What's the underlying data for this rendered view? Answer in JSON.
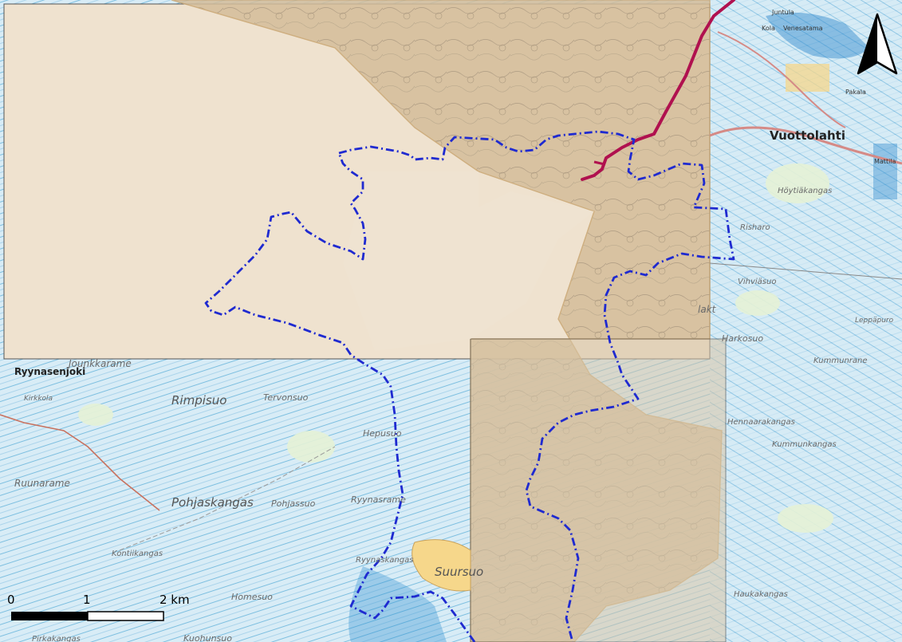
{
  "colors": {
    "water": "#d8ecf6",
    "ditch": "#6fb7dc",
    "old_map": "#d9c3a4",
    "old_map_light": "#efe2cf",
    "boundary": "#1f2ad0",
    "road": "#b0114f",
    "road_main": "#d58a86",
    "lake": "#f6d78b",
    "field": "#e9e0b4"
  },
  "places": {
    "vuottolahti": "Vuottolahti",
    "ryynasenjoki": "Ryynasenjoki",
    "jounkkarame": "Jounkkarame",
    "rimpisuo": "Rimpisuo",
    "tervonsuo": "Tervonsuo",
    "hepusuo": "Hepusuo",
    "ruunarame": "Ruunarame",
    "pohjaskangas": "Pohjaskangas",
    "pohjassuo": "Pohjassuo",
    "ryynasrame": "Ryynasrame",
    "kontiikangas": "Kontiikangas",
    "ryynaskangas": "Ryynaskangas",
    "suursuo": "Suursuo",
    "homesuo": "Homesuo",
    "kirkkola": "Kirkkola",
    "pirkakangas": "Pirkakangas",
    "kuohunsuo": "Kuohunsuo",
    "hoytiakangas": "Höytiäkangas",
    "risharo": "Risharo",
    "vihviasuo": "Vihviäsuo",
    "harkosuo": "Harkosuo",
    "leppapuro": "Leppäpuro",
    "kummuntane": "Kummunrane",
    "hennaarakangas": "Hennaarakangas",
    "kummunkangas": "Kummunkangas",
    "haukakangas": "Haukakangas",
    "juntula": "Juntula",
    "kola": "Kola",
    "venesatama": "Venesatama",
    "pakala": "Pakala",
    "mattila": "Mattila",
    "lakt": "lakt"
  },
  "scale_bar": {
    "label_0": "0",
    "label_1": "1",
    "label_2": "2 km"
  },
  "north_arrow": {
    "icon": "north-arrow-icon"
  }
}
